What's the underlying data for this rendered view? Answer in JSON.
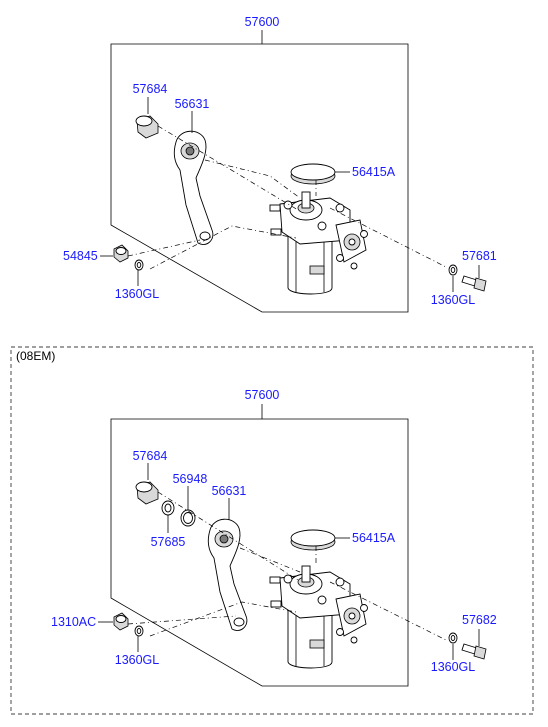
{
  "top": {
    "assembly": "57600",
    "labels": {
      "cap": "57684",
      "pitman_arm": "56631",
      "cover": "56415A",
      "nut": "54845",
      "washer_left": "1360GL",
      "bolt": "57681",
      "washer_right": "1360GL"
    }
  },
  "bottom": {
    "variant": "(08EM)",
    "assembly": "57600",
    "labels": {
      "cap": "57684",
      "seal": "56948",
      "ring": "57685",
      "pitman_arm": "56631",
      "cover": "56415A",
      "nut": "1310AC",
      "washer_left": "1360GL",
      "bolt": "57682",
      "washer_right": "1360GL"
    }
  },
  "colors": {
    "label": "#1a1aff",
    "line": "#000000",
    "shade": "#d9d9d9"
  }
}
